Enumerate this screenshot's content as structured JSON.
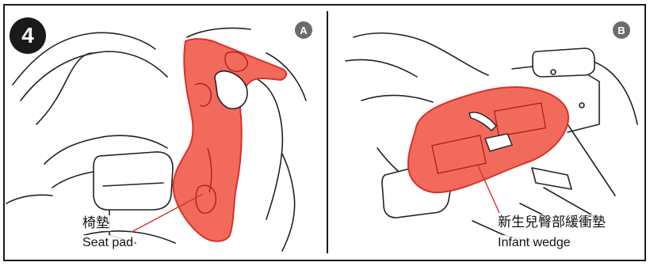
{
  "step": {
    "number": "4"
  },
  "panel_a": {
    "badge": "A",
    "label_cn": "椅墊",
    "label_en": "Seat pad"
  },
  "panel_b": {
    "badge": "B",
    "label_cn": "新生兒臀部緩衝墊",
    "label_en": "Infant wedge"
  },
  "colors": {
    "highlight": "#f26a5c",
    "highlight_stroke": "#d9312a",
    "line": "#222222"
  }
}
